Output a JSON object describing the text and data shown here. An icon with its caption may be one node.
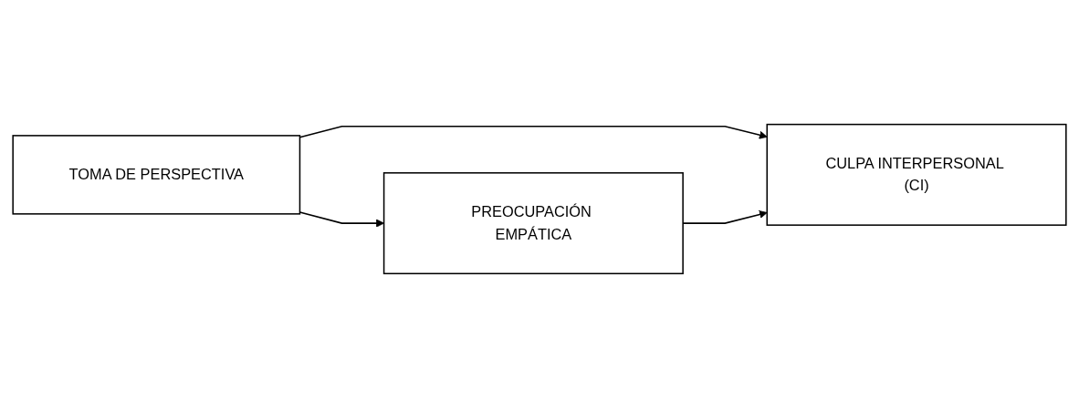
{
  "diagram": {
    "nodes": [
      {
        "text": [
          "TOMA DE PERSPECTIVA"
        ]
      },
      {
        "text": [
          "CULPA INTERPERSONAL (CI)"
        ]
      },
      {
        "text": [
          "PREOCUPACIÓN EMPÁTICA"
        ]
      }
    ],
    "edges": [
      {
        "from": 0,
        "to": 1,
        "arrow": "to"
      },
      {
        "from": 0,
        "to": 2,
        "arrow": "to"
      },
      {
        "from": 2,
        "to": 1,
        "arrow": "to"
      }
    ]
  }
}
